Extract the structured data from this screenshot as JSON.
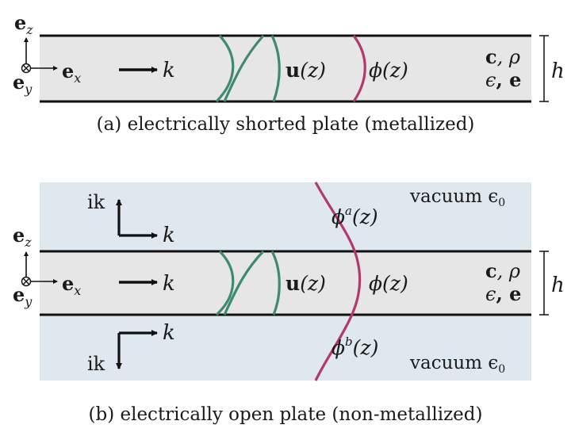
{
  "colors": {
    "plate_fill": "#e6e6e6",
    "vacuum_fill": "#dfe7ef",
    "plate_border": "#111111",
    "displacement_curve": "#3f8a6e",
    "potential_curve": "#b03a6c",
    "text": "#1a1a1a"
  },
  "panel_a": {
    "caption": "(a) electrically shorted plate (metallized)",
    "axis_ez": "e",
    "axis_ez_sub": "z",
    "axis_ex": "e",
    "axis_ex_sub": "x",
    "axis_ey": "e",
    "axis_ey_sub": "y",
    "wave_k": "k",
    "displacement_label": "u",
    "displacement_arg": "(z)",
    "potential_label": "ϕ(z)",
    "material_top_c": "c",
    "material_top_rho": ", ρ",
    "material_bottom_eps": "ϵ",
    "material_bottom_e": ", e",
    "thickness": "h"
  },
  "panel_b": {
    "caption": "(b) electrically open plate (non-metallized)",
    "axis_ez": "e",
    "axis_ez_sub": "z",
    "axis_ex": "e",
    "axis_ex_sub": "x",
    "axis_ey": "e",
    "axis_ey_sub": "y",
    "wave_k": "k",
    "upper_ik": "ik",
    "upper_k": "k",
    "lower_ik": "ik",
    "lower_k": "k",
    "displacement_label": "u",
    "displacement_arg": "(z)",
    "potential_label": "ϕ(z)",
    "potential_above": "ϕ",
    "potential_above_sup": "a",
    "potential_above_arg": "(z)",
    "potential_below": "ϕ",
    "potential_below_sup": "b",
    "potential_below_arg": "(z)",
    "vacuum_top": "vacuum ϵ",
    "vacuum_top_sub": "0",
    "vacuum_bottom": "vacuum ϵ",
    "vacuum_bottom_sub": "0",
    "material_top_c": "c",
    "material_top_rho": ", ρ",
    "material_bottom_eps": "ϵ",
    "material_bottom_e": ", e",
    "thickness": "h"
  }
}
